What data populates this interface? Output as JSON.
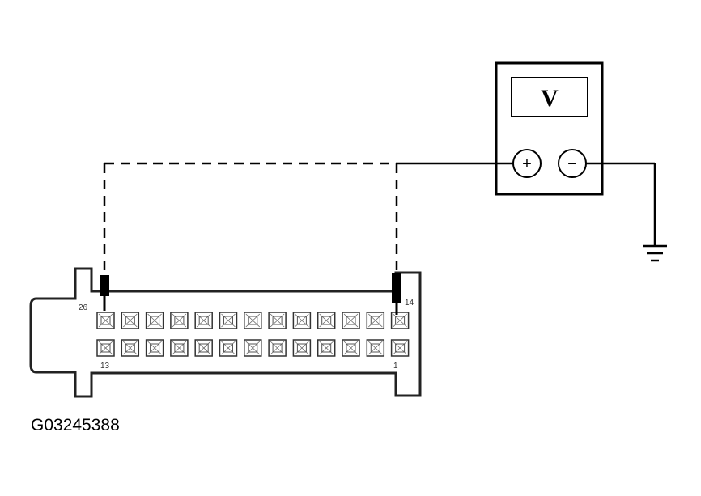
{
  "meter": {
    "display_label": "V",
    "positive_symbol": "+",
    "negative_symbol": "−"
  },
  "connector": {
    "pin_label_top_left": "26",
    "pin_label_top_right": "14",
    "pin_label_bottom_left": "13",
    "pin_label_bottom_right": "1",
    "pins_per_row": 13,
    "rows": 2
  },
  "figure_id": "G03245388",
  "colors": {
    "line": "#000000",
    "connector_fill": "#ffffff",
    "connector_edge": "#222222",
    "background": "#ffffff"
  }
}
